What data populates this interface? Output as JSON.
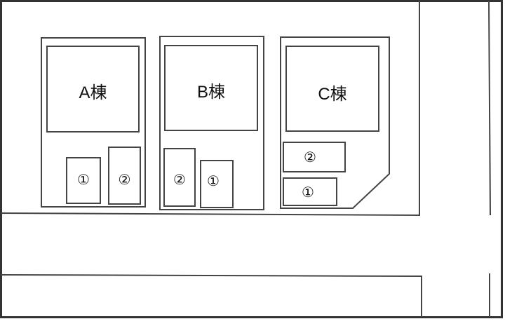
{
  "diagram": {
    "type": "site-layout",
    "line_color": "#444444",
    "background": "#ffffff"
  },
  "buildings": [
    {
      "id": "A",
      "label": "A棟"
    },
    {
      "id": "B",
      "label": "B棟"
    },
    {
      "id": "C",
      "label": "C棟"
    }
  ],
  "parking": {
    "A": [
      {
        "label": "①"
      },
      {
        "label": "②"
      }
    ],
    "B": [
      {
        "label": "②"
      },
      {
        "label": "①"
      }
    ],
    "C": [
      {
        "label": "②"
      },
      {
        "label": "①"
      }
    ]
  }
}
